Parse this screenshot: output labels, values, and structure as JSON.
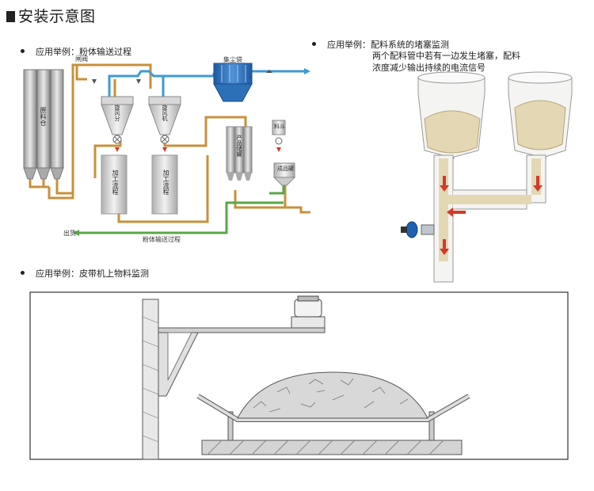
{
  "header": {
    "title": "安装示意图"
  },
  "sections": {
    "powder": {
      "label": "应用举例：粉体输送过程"
    },
    "blockage": {
      "label": "应用举例：配料系统的堵塞监测",
      "desc_line1": "两个配料管中若有一边发生堵塞，配料",
      "desc_line2": "浓度减少输出持续的电流信号"
    },
    "belt": {
      "label": "应用举例：皮带机上物料监测"
    }
  },
  "diagram": {
    "silo_raw": "原料仓",
    "valve": "闸阀",
    "cyclone1": "旋风分",
    "cyclone2": "旋风机",
    "process1": "加工流程",
    "process2": "加工流程",
    "dust_bag": "集尘袋",
    "product_silo": "产品储罐",
    "sensor_box": "料斗",
    "small_silo": "成品罐",
    "outlet": "出货",
    "return_line": "粉体输送过程"
  },
  "colors": {
    "pipe_brown": "#c8903c",
    "pipe_blue": "#3e9ad6",
    "pipe_green": "#5aa64a",
    "flow_red": "#d23a2a",
    "filter_blue": "#2c70b8"
  }
}
